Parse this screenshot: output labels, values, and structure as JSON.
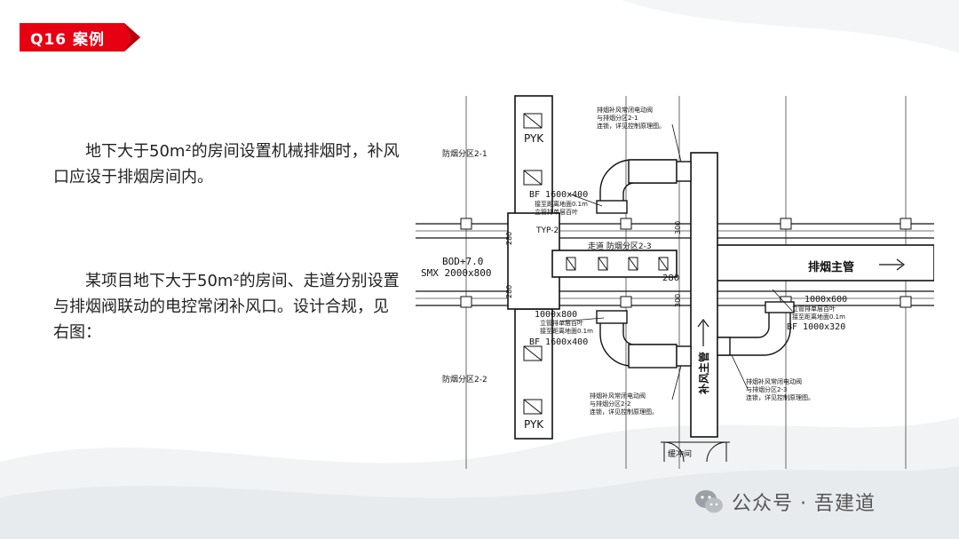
{
  "tag": {
    "label": "Q16 案例"
  },
  "text": {
    "paragraph1": "地下大于50m²的房间设置机械排烟时，补风口应设于排烟房间内。",
    "paragraph2": "某项目地下大于50m²的房间、走道分别设置与排烟阀联动的电控常闭补风口。设计合规，见右图："
  },
  "drawing": {
    "pyk_top": "PYK",
    "pyk_bottom": "PYK",
    "zone_top": "防烟分区2-1",
    "zone_bottom": "防烟分区2-2",
    "zone_corridor": "走道 防烟分区2-3",
    "bf_top": "BF 1600x400",
    "bf_top_note1": "接至距离地面0.1m",
    "bf_top_note2": "立管排单层百叶",
    "typ": "TYP-2",
    "bod": "BOD+7.0",
    "smx": "SMX 2000x800",
    "duct_bottom_size": "1000x800",
    "duct_bottom_note1": "立管排单层百叶",
    "duct_bottom_note2": "接至距离地面0.1m",
    "bf_bottom": "BF 1600x400",
    "dim_280_left_top": "280",
    "dim_280_left_bottom": "280",
    "dim_280_center": "280",
    "dim_300_top": "300",
    "dim_300_bottom": "300",
    "main_exhaust": "排烟主管",
    "makeup_main": "补风主管",
    "right_size": "1000x600",
    "right_note1": "立管排单层百叶",
    "right_note2": "接至距离地面0.1m",
    "right_bf": "BF 1000x320",
    "note_top_1": "排烟补风常闭电动阀",
    "note_top_2": "与排烟分区2-1",
    "note_top_3": "连锁，详见控制原理图。",
    "note_bottom_1": "排烟补风常闭电动阀",
    "note_bottom_2": "与排烟分区2-2",
    "note_bottom_3": "连锁，详见控制原理图。",
    "note_right_1": "排烟补风常闭电动阀",
    "note_right_2": "与排烟分区2-3",
    "note_right_3": "连锁，详见控制原理图。",
    "buffer_room": "缓冲间"
  },
  "watermark": {
    "text": "公众号 · 吾建道"
  },
  "colors": {
    "accent": "#e60012",
    "line": "#111111"
  }
}
